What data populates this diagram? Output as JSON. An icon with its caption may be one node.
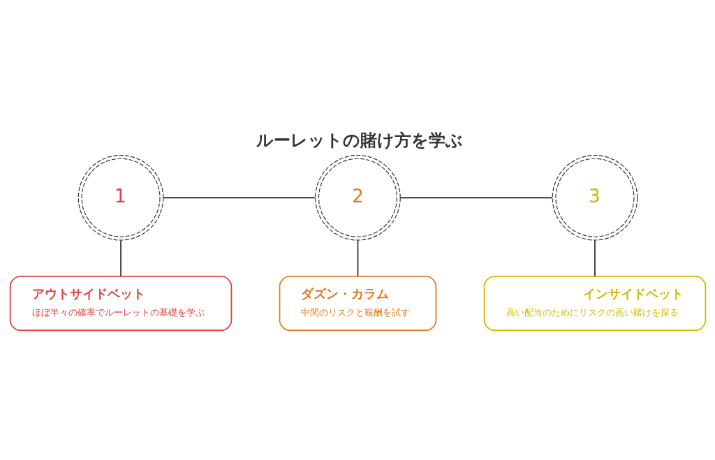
{
  "diagram": {
    "title": "ルーレットの賭け方を学ぶ",
    "nodes": [
      {
        "text": [
          "インサイドベット",
          "高い配当のためにリスクの高い賭けを探る"
        ]
      },
      {
        "text": [
          "3"
        ]
      },
      {
        "text": [
          "2"
        ]
      },
      {
        "text": [
          "ダズン・カラム",
          "中間のリスクと報酬を試す"
        ]
      },
      {
        "text": [
          "1"
        ]
      },
      {
        "text": [
          "アウトサイドベット",
          "ほぼ半々の確率でルーレットの基礎を学ぶ"
        ]
      }
    ],
    "edges": [
      {
        "from": 1,
        "to": 0,
        "arrow": "none"
      },
      {
        "from": 2,
        "to": 1,
        "arrow": "none"
      },
      {
        "from": 2,
        "to": 3,
        "arrow": "none"
      },
      {
        "from": 4,
        "to": 2,
        "arrow": "none"
      },
      {
        "from": 4,
        "to": 5,
        "arrow": "none"
      }
    ]
  }
}
